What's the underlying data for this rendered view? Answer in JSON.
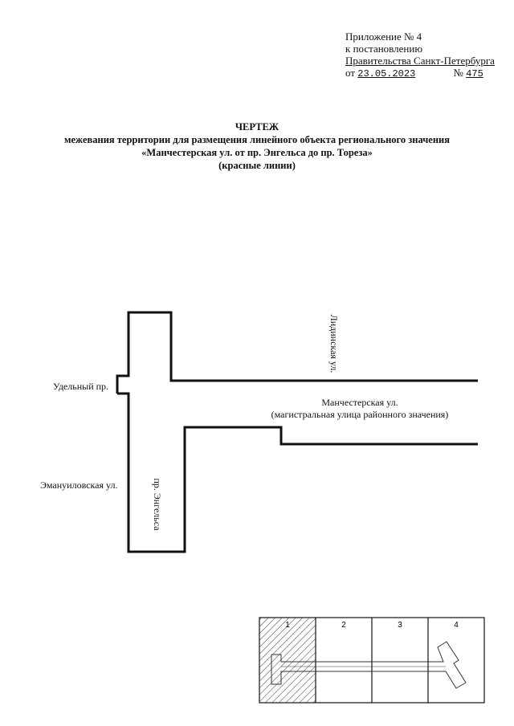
{
  "appendix": {
    "line1": "Приложение № 4",
    "line2": "к постановлению",
    "line3": "Правительства Санкт-Петербурга",
    "from_prefix": "от",
    "date": "23.05.2023",
    "number_prefix": "№",
    "number": "475"
  },
  "title": {
    "heading": "ЧЕРТЕЖ",
    "line1": "межевания территории для размещения линейного объекта регионального значения",
    "line2": "«Манчестерская ул. от пр. Энгельса до пр. Тореза»",
    "line3": "(красные линии)"
  },
  "map_labels": {
    "lidinskaya": "Лидинская ул.",
    "udelny": "Удельный пр.",
    "manchesterskaya": "Манчестерская ул.",
    "manchesterskaya_note": "(магистральная улица районного значения)",
    "emanuilovskaya": "Эмануиловская ул.",
    "engelsa": "пр. Энгельса"
  },
  "key_map": {
    "sheets": [
      "1",
      "2",
      "3",
      "4"
    ]
  }
}
